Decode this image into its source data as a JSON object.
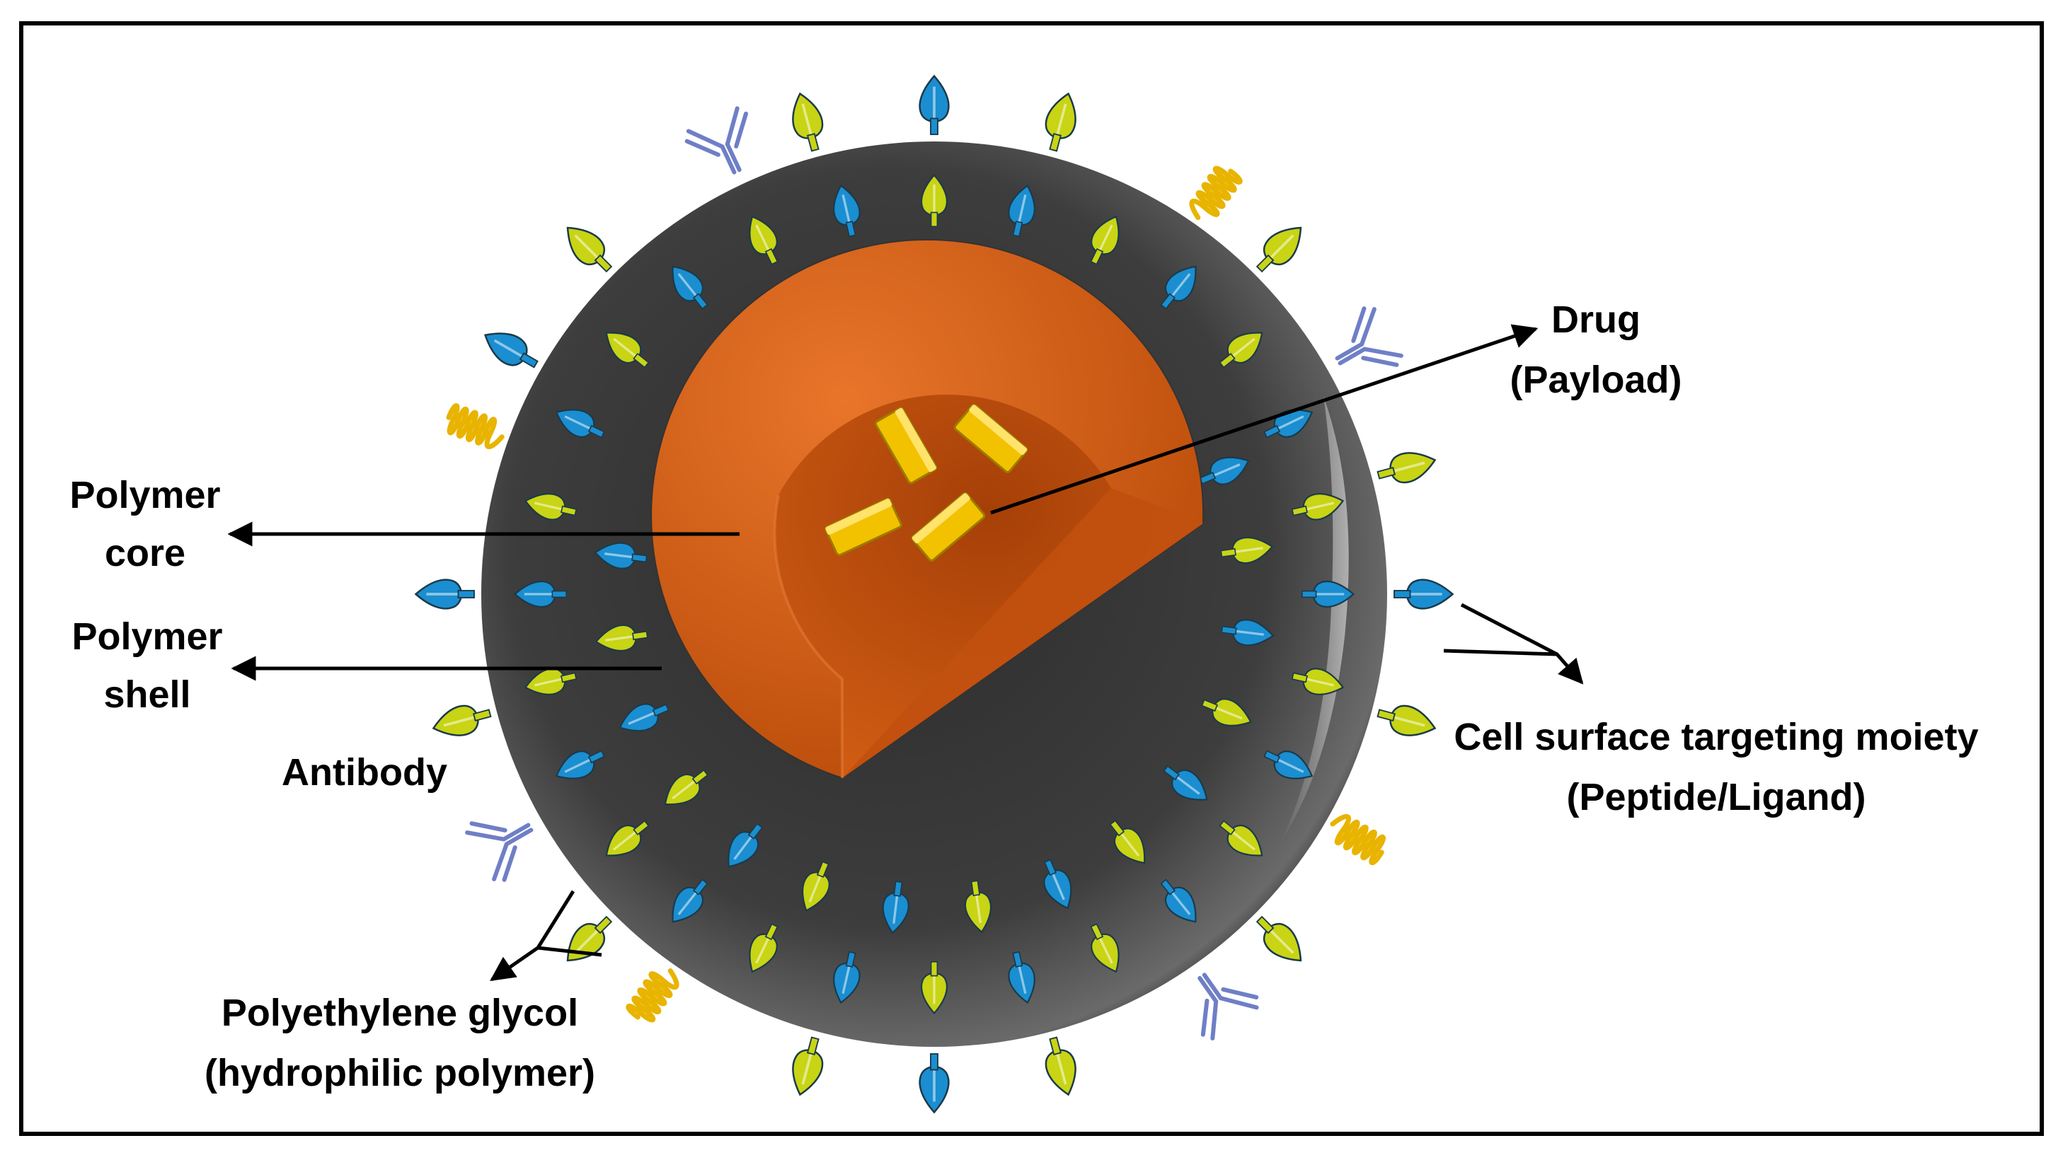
{
  "labels": {
    "drug_line1": "Drug",
    "drug_line2": "(Payload)",
    "core_line1": "Polymer",
    "core_line2": "core",
    "shell_line1": "Polymer",
    "shell_line2": "shell",
    "antibody": "Antibody",
    "targeting_line1": "Cell surface targeting moiety",
    "targeting_line2": "(Peptide/Ligand)",
    "peg_line1": "Polyethylene glycol",
    "peg_line2": "(hydrophilic polymer)"
  },
  "colors": {
    "shell": "#3a3a3a",
    "core": "#c85410",
    "drug": "#f2c200",
    "ligand_yellow": "#c8d414",
    "ligand_blue": "#1a8ed0",
    "antibody": "#6f7fc6",
    "peg": "#e8b400",
    "frame": "#000000"
  }
}
